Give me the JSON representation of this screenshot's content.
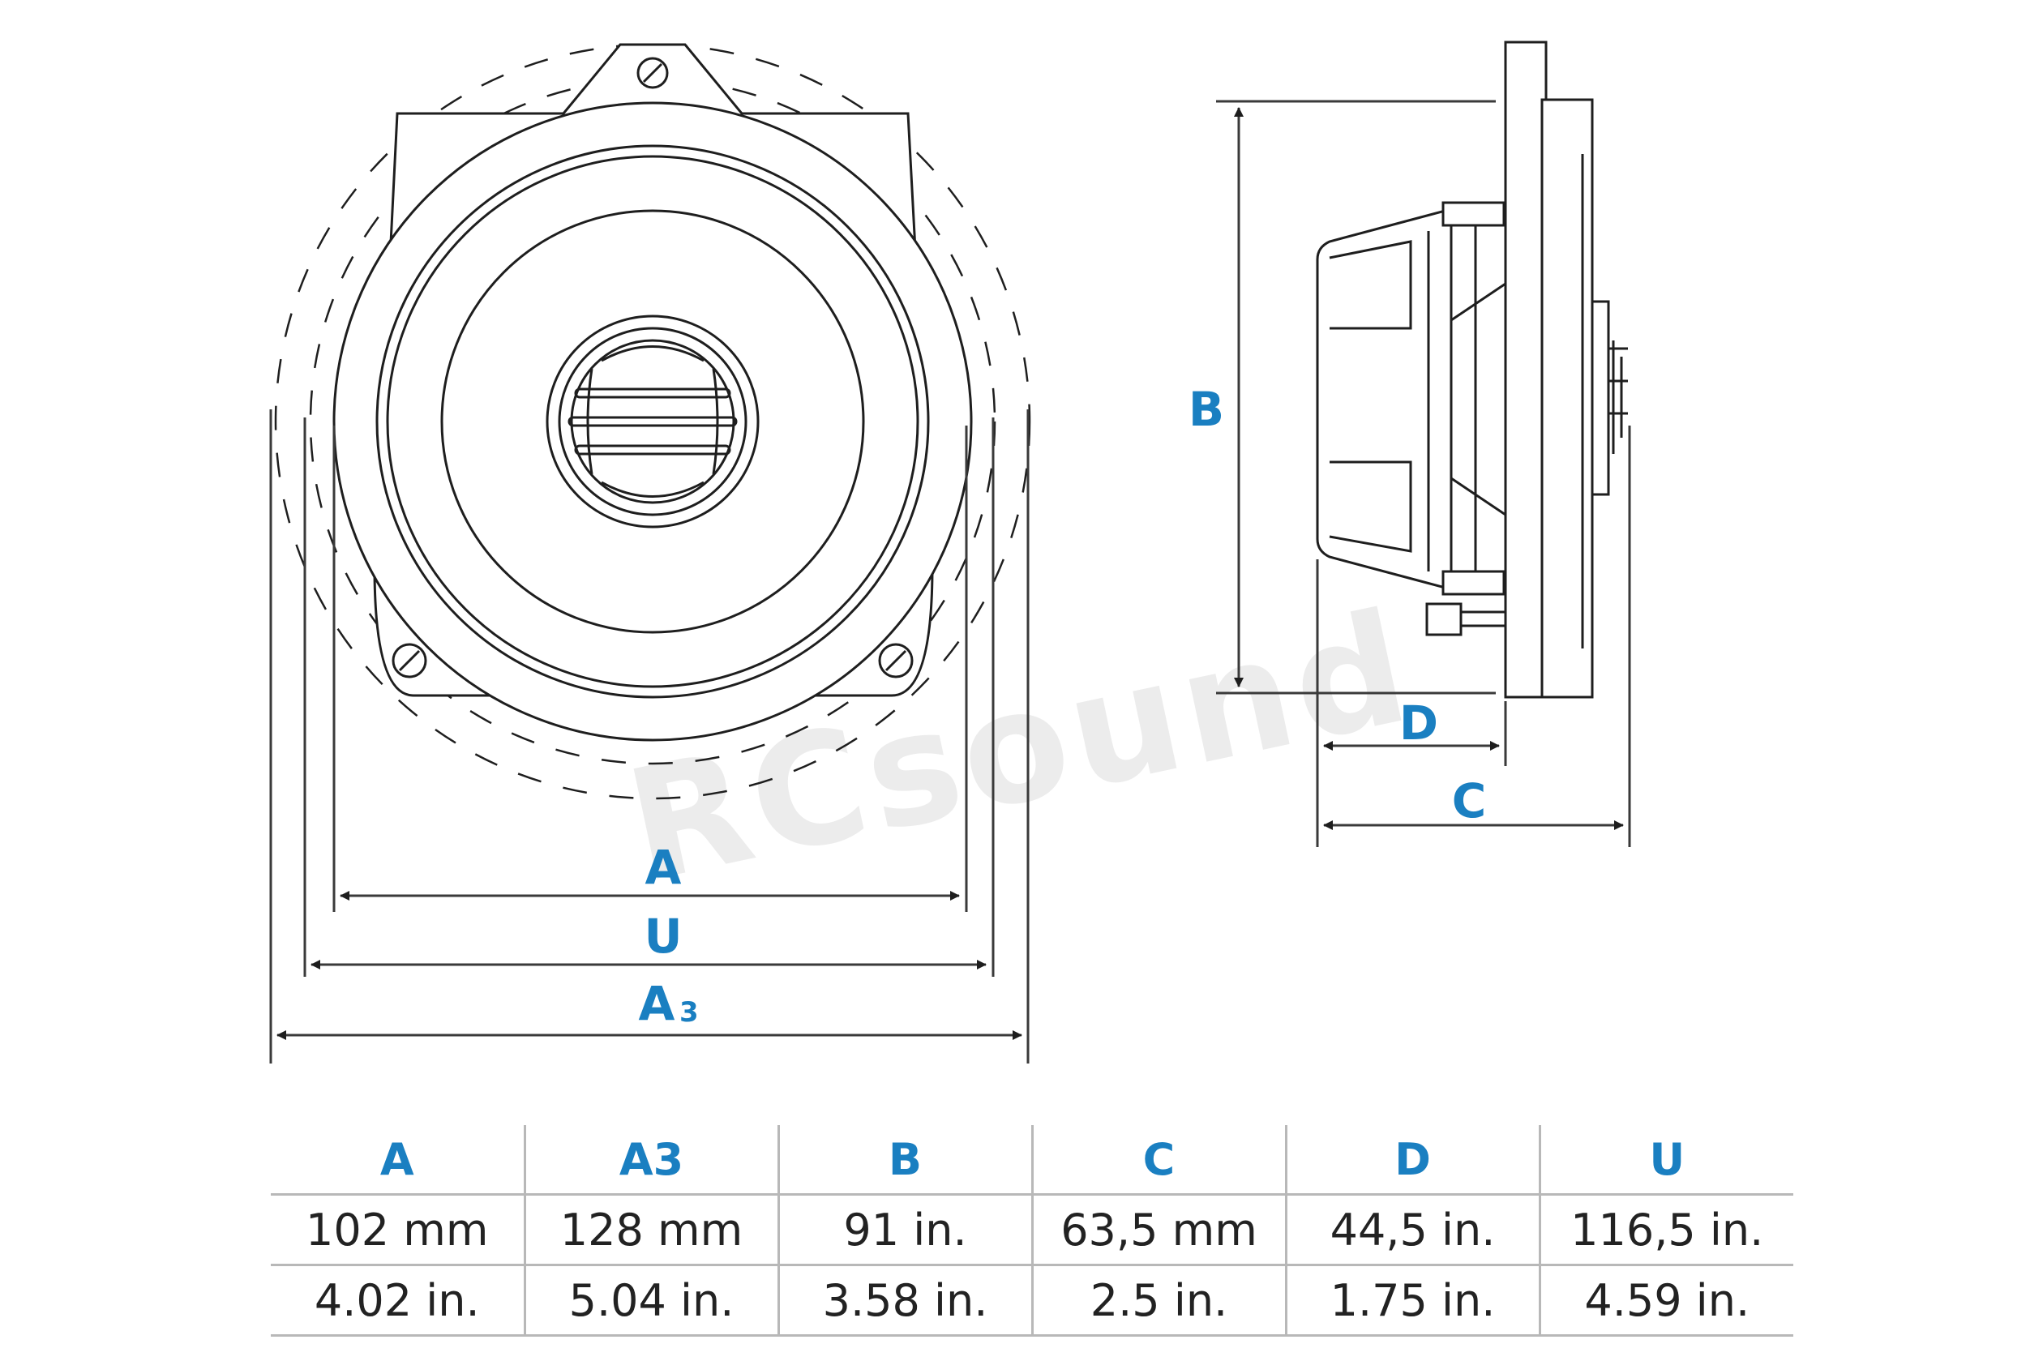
{
  "colors": {
    "accent": "#1a7fc1",
    "line": "#1e1e1e",
    "dimension": "#3a3a3a",
    "watermark": "#ececec",
    "table_border": "#b8b8b8"
  },
  "labels": {
    "A": "A",
    "U": "U",
    "A3_main": "A",
    "A3_sub": "3",
    "B": "B",
    "C": "C",
    "D": "D"
  },
  "watermark": {
    "text": "RCsound"
  },
  "table": {
    "headers": [
      "A",
      "A3",
      "B",
      "C",
      "D",
      "U"
    ],
    "rows": [
      [
        "102 mm",
        "128 mm",
        "91 in.",
        "63,5 mm",
        "44,5 in.",
        "116,5 in."
      ],
      [
        "4.02 in.",
        "5.04 in.",
        "3.58 in.",
        "2.5 in.",
        "1.75 in.",
        "4.59 in."
      ]
    ]
  }
}
